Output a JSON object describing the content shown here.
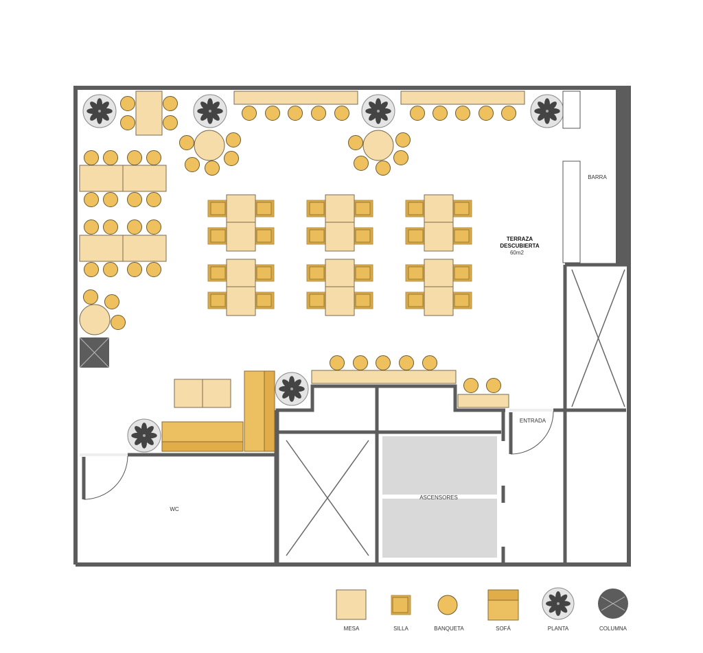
{
  "plan": {
    "zone_title_line1": "TERRAZA",
    "zone_title_line2": "DESCUBIERTA",
    "zone_area": "60m2",
    "bar_label": "BARRA",
    "entrance_label": "ENTRADA",
    "elevators_label": "ASCENSORES",
    "wc_label": "WC"
  },
  "legend": {
    "items": [
      {
        "label": "MESA",
        "icon": "table-icon"
      },
      {
        "label": "SILLA",
        "icon": "chair-icon"
      },
      {
        "label": "BANQUETA",
        "icon": "stool-icon"
      },
      {
        "label": "SOFÁ",
        "icon": "sofa-icon"
      },
      {
        "label": "PLANTA",
        "icon": "plant-icon"
      },
      {
        "label": "COLUMNA",
        "icon": "column-icon"
      }
    ]
  },
  "colors": {
    "wall": "#5c5c5c",
    "table": "#f5dca8",
    "stool": "#eec05e",
    "chair": "#d9aa4c",
    "sofa": "#ecc060",
    "elevator": "#d9d9d9"
  }
}
